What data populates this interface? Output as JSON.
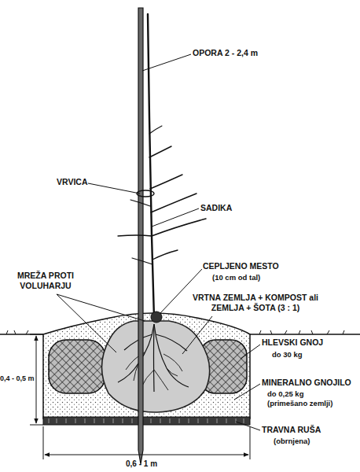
{
  "diagram": {
    "labels": [
      "OPORA 2 - 2,4 m",
      "VRVICA",
      "SADIKA",
      "CEPLJENO MESTO",
      "(10 cm od tal)",
      "MREŽA PROTI VOLUHARJU",
      "VRTNA ZEMLJA + KOMPOST ali ZEMLJA + ŠOTA (3 : 1)",
      "HLEVSKI GNOJ",
      "do 30 kg",
      "MINERALNO GNOJILO",
      "do 0,25 kg (primešano zemlji)",
      "TRAVNA RUŠA",
      "(obrnjena)",
      "0,4 - 0,5 m",
      "0,6 - 1 m"
    ]
  }
}
